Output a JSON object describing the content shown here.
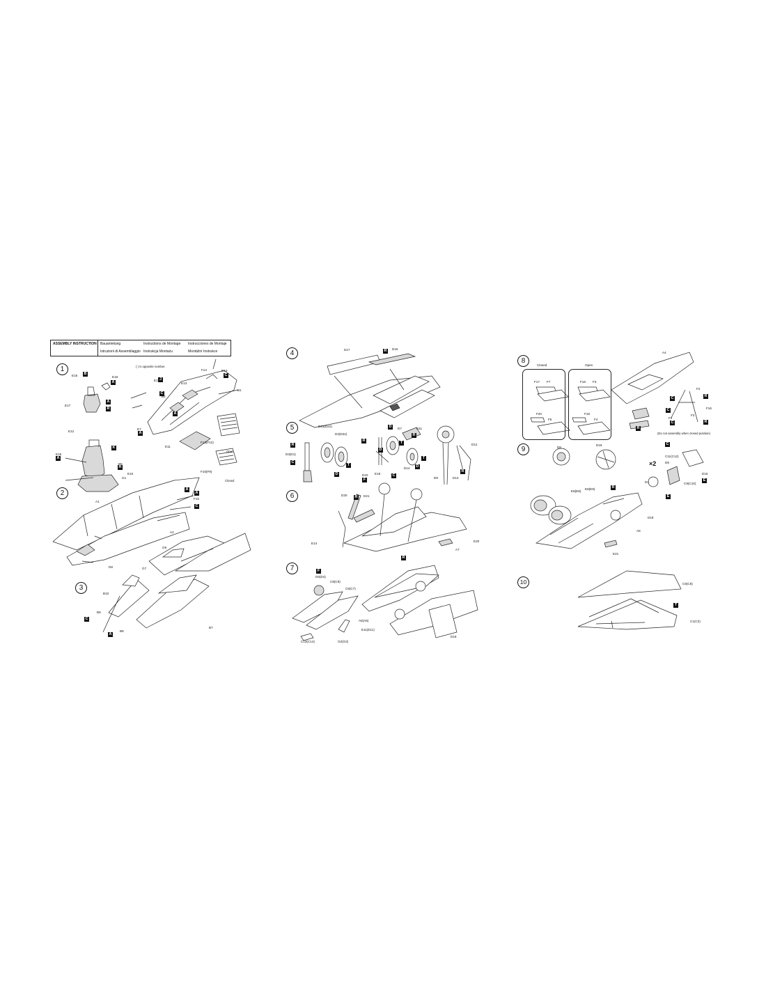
{
  "header": {
    "title": "ASSEMBLY INSTRUCTION",
    "languages": [
      "Bauanleitung",
      "Instructions de Montage",
      "Instrucciones de Montaje",
      "Istruzioni di Assemblaggio",
      "Instrukcja Montażu",
      "Montážní Instrukce"
    ]
  },
  "notes": {
    "opposite_number": "( ) is opposite number.",
    "open": "Open",
    "closed": "Closed",
    "closed_box": "Closed",
    "open_box": "Open",
    "do_not_assemble": "(Do not assembly when closed position)"
  },
  "steps": [
    "1",
    "2",
    "3",
    "4",
    "5",
    "6",
    "7",
    "8",
    "9",
    "10"
  ],
  "step1": {
    "parts": [
      "E16",
      "E18",
      "E17",
      "E12",
      "E15",
      "B5",
      "E10",
      "G1",
      "E1",
      "B2",
      "E7",
      "E13",
      "F14",
      "D13",
      "B1",
      "F13(F12)",
      "F16(F9)",
      "E11"
    ],
    "tags": [
      "B",
      "A",
      "A",
      "R",
      "K",
      "A",
      "R",
      "J",
      "C",
      "A",
      "A",
      "C",
      "A"
    ]
  },
  "step2": {
    "parts": [
      "A1",
      "A2",
      "F15",
      "D8"
    ],
    "tags": [
      "A",
      "C"
    ]
  },
  "step3": {
    "parts": [
      "B10",
      "B9",
      "B8",
      "G6",
      "G7",
      "B7"
    ],
    "tags": [
      "C",
      "A"
    ]
  },
  "step4": {
    "parts": [
      "D17",
      "D16"
    ],
    "tags": [
      "R"
    ]
  },
  "step5": {
    "parts": [
      "D3(D1)",
      "D23(D22)",
      "D2(D22)",
      "D7",
      "D11",
      "D12",
      "D10",
      "E18",
      "D9",
      "D13",
      "D14"
    ],
    "tags": [
      "R",
      "C",
      "D",
      "T",
      "R",
      "D",
      "T",
      "D",
      "F",
      "C",
      "R",
      "T",
      "D",
      "R"
    ]
  },
  "step6": {
    "parts": [
      "D20",
      "D21",
      "E14",
      "E20",
      "A7"
    ],
    "tags": [
      "R",
      "R"
    ]
  },
  "step7": {
    "parts": [
      "D5(D4)",
      "C8(C9)",
      "C5(C7)",
      "A6(A5)",
      "E11(E11)",
      "G2(G2)",
      "C13(C14)",
      "D18"
    ],
    "tags": [
      "F"
    ]
  },
  "step8": {
    "parts": [
      "F17",
      "F7",
      "F19",
      "F3",
      "F20",
      "F5",
      "F18",
      "F4",
      "A4",
      "F2",
      "F16",
      "F2",
      "F2"
    ],
    "tags": [
      "C",
      "R",
      "C",
      "R",
      "C",
      "R"
    ]
  },
  "step9": {
    "parts": [
      "D6",
      "D19",
      "C11(C12)",
      "D4",
      "C9(C10)",
      "D8",
      "D15",
      "E8(E8)",
      "E8(E9)",
      "D18",
      "A8",
      "E21"
    ],
    "tags": [
      "C",
      "E",
      "E",
      "R"
    ],
    "multiplier": "×2"
  },
  "step10": {
    "parts": [
      "C5(C6)",
      "C1(C2)"
    ],
    "tags": [
      "T"
    ]
  }
}
